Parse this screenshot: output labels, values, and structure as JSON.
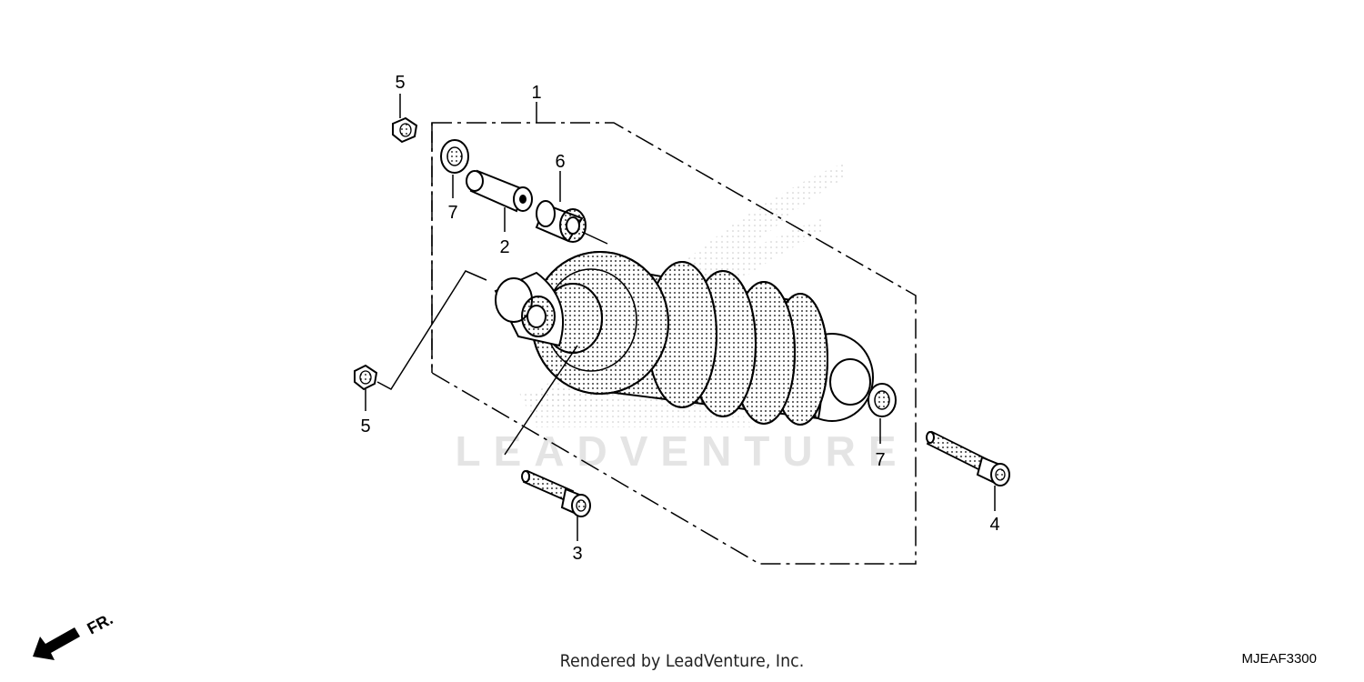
{
  "watermark": "LEADVENTURE",
  "direction_label": "FR.",
  "footer": {
    "credit": "Rendered by LeadVenture, Inc.",
    "diagram_code": "MJEAF3300"
  },
  "callouts": {
    "cushion_assy": "1",
    "collar_2": "2",
    "bolt_3": "3",
    "bolt_4": "4",
    "nut_5_top": "5",
    "nut_5_left": "5",
    "bushing_6": "6",
    "seal_7_top": "7",
    "seal_7_right": "7"
  }
}
